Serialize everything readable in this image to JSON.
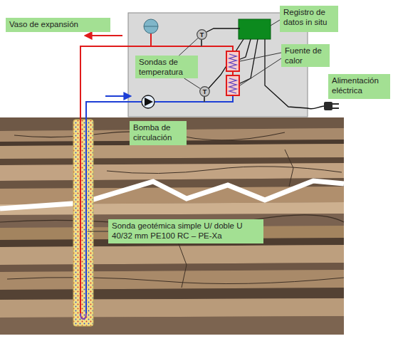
{
  "diagram": {
    "nodes": [
      {
        "text": [
          "Vaso de expansión"
        ]
      },
      {
        "text": [
          "Registro de datos in situ"
        ]
      },
      {
        "text": [
          "T"
        ]
      },
      {
        "text": [
          "Sondas de temperatura"
        ]
      },
      {
        "text": [
          "Fuente de calor"
        ]
      },
      {
        "text": [
          "T"
        ]
      },
      {
        "text": [
          "Alimentación eléctrica"
        ]
      },
      {
        "text": [
          "Bomba de circulación"
        ]
      },
      {
        "text": [
          "Sonda geotémica simple U/ doble U 40/32 mm PE100 RC – PE-Xa"
        ]
      }
    ],
    "edges": [
      {
        "from": 3,
        "to": 2,
        "arrow": "none"
      },
      {
        "from": 3,
        "to": 5,
        "arrow": "none"
      }
    ]
  }
}
